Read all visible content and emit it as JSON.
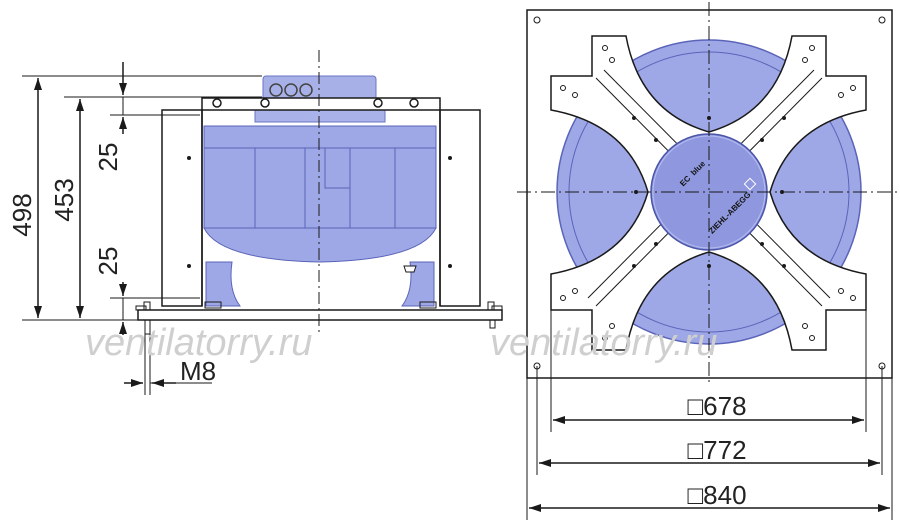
{
  "side_view": {
    "dimensions": {
      "overall_height": "498",
      "height": "453",
      "offset_top": "25",
      "offset_bottom": "25",
      "thread": "M8"
    }
  },
  "front_view": {
    "dimensions": {
      "inner_square": "□678",
      "hole_square": "□772",
      "outer_square": "□840"
    },
    "motor_label": {
      "brand": "ZIEHL-ABEGG",
      "series": "EC",
      "series_suffix": "blue"
    }
  },
  "watermark": {
    "left": "ventilatorry.ru",
    "right": "ventilatorry.ru"
  },
  "colors": {
    "blue_fill": "#9fa8e6",
    "blue_stroke": "#5a64b8",
    "line": "#1a1a1a",
    "watermark": "#cfcfcf"
  }
}
